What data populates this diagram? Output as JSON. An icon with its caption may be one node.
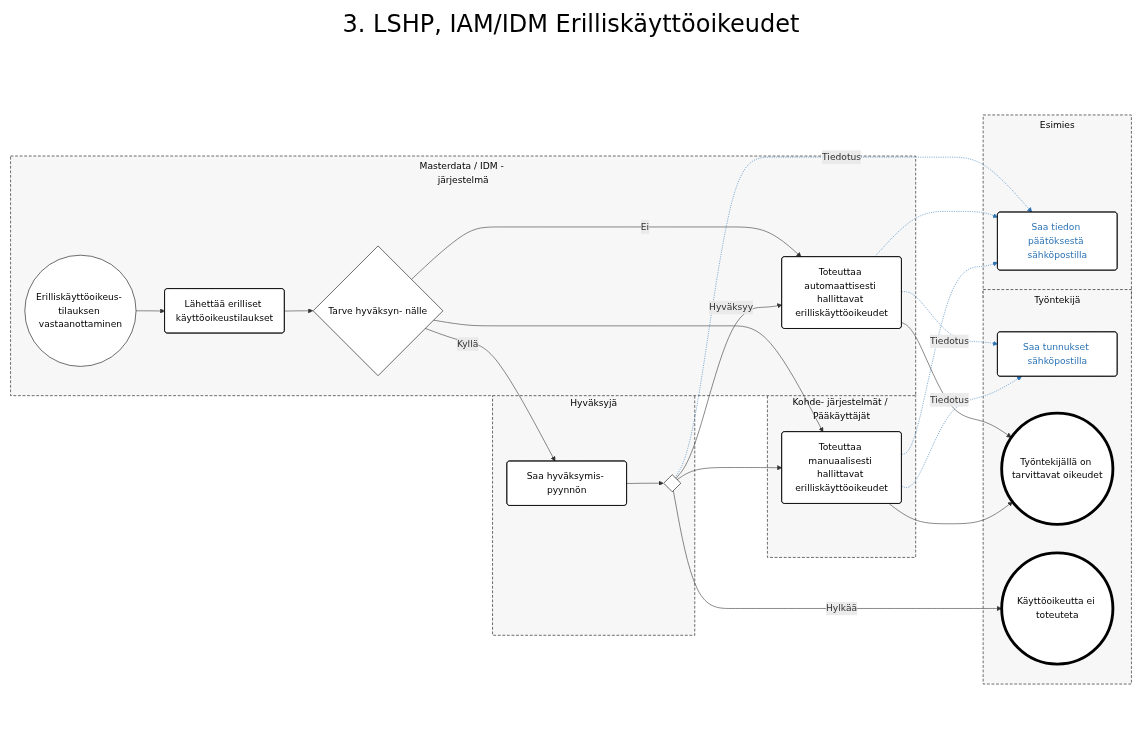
{
  "diagram": {
    "title": "3. LSHP, IAM/IDM Erilliskäyttöoikeudet",
    "nodes": [
      {
        "text": [
          "Työntekijä"
        ]
      },
      {
        "text": [
          "Saa tunnukset sähköpostilla"
        ],
        "in": 0
      },
      {
        "text": [
          "Työntekijällä on tarvittavat oikeudet"
        ],
        "in": 0
      },
      {
        "text": [
          "Käyttöoikeutta ei toteuteta"
        ],
        "in": 0
      },
      {
        "text": [
          "Esimies"
        ]
      },
      {
        "text": [
          "Saa tiedon päätöksestä sähköpostilla"
        ],
        "in": 4
      },
      {
        "text": [
          "Masterdata / IDM - järjestelmä"
        ]
      },
      {
        "text": [
          "Erilliskäyttöoikeus- tilauksen vastaanottaminen"
        ],
        "in": 6
      },
      {
        "text": [
          "Lähettää erilliset käyttöoikeustilaukset"
        ],
        "in": 6
      },
      {
        "text": [
          "Tarve hyväksyn- nälle"
        ],
        "in": 6
      },
      {
        "text": [
          "Toteuttaa automaattisesti hallittavat erilliskäyttöoikeudet"
        ],
        "in": 6
      },
      {
        "text": [
          "Kohde- järjestelmät / Pääkäyttäjät"
        ]
      },
      {
        "text": [
          "Toteuttaa manuaalisesti hallittavat erilliskäyttöoikeudet"
        ],
        "in": 11
      },
      {
        "text": [
          "Hyväksyjä"
        ]
      },
      {
        "text": [
          "Saa hyväksymis- pyynnön"
        ],
        "in": 13
      },
      {
        "text": [],
        "shape": "diamond",
        "in": 13
      }
    ],
    "edges": [
      {
        "from": 7,
        "to": 8,
        "arrow": "to"
      },
      {
        "from": 8,
        "to": 9,
        "arrow": "to"
      },
      {
        "from": 9,
        "to": 10,
        "arrow": "to",
        "label": "Ei"
      },
      {
        "from": 9,
        "to": 12,
        "arrow": "to"
      },
      {
        "from": 9,
        "to": 14,
        "arrow": "to",
        "label": "Kyllä"
      },
      {
        "from": 14,
        "to": 15,
        "arrow": "to"
      },
      {
        "from": 15,
        "to": 10,
        "arrow": "to",
        "label": "Hyväksyy"
      },
      {
        "from": 15,
        "to": 12,
        "arrow": "to"
      },
      {
        "from": 15,
        "to": 3,
        "arrow": "to",
        "label": "Hylkää"
      },
      {
        "from": 15,
        "to": 5,
        "arrow": "to",
        "label": "Tiedotus",
        "style": "dashed",
        "color": "#2e75b6"
      },
      {
        "from": 10,
        "to": 1,
        "arrow": "to",
        "label": "Tiedotus",
        "style": "dashed",
        "color": "#2e75b6"
      },
      {
        "from": 10,
        "to": 5,
        "arrow": "to",
        "style": "dashed",
        "color": "#2e75b6"
      },
      {
        "from": 12,
        "to": 1,
        "arrow": "to",
        "label": "Tiedotus",
        "style": "dashed",
        "color": "#2e75b6"
      },
      {
        "from": 12,
        "to": 5,
        "arrow": "to",
        "style": "dashed",
        "color": "#2e75b6"
      },
      {
        "from": 10,
        "to": 2,
        "arrow": "to"
      },
      {
        "from": 12,
        "to": 2,
        "arrow": "to"
      }
    ]
  }
}
